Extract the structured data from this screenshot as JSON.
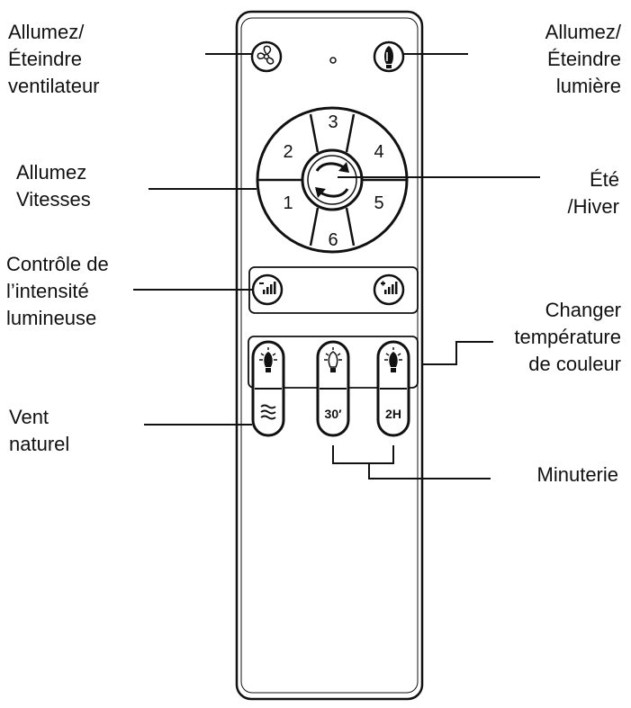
{
  "labels": {
    "fan_power": [
      "Allumez/",
      "Éteindre",
      "ventilateur"
    ],
    "light_power": [
      "Allumez/",
      "Éteindre",
      "lumière"
    ],
    "speeds": [
      "Allumez",
      "Vitesses"
    ],
    "season": [
      "Été",
      "/Hiver"
    ],
    "dimmer": [
      "Contrôle de",
      "l’intensité",
      "lumineuse"
    ],
    "color_temp": [
      "Changer",
      "température",
      "de couleur"
    ],
    "natural_wind": [
      "Vent",
      "naturel"
    ],
    "timer": [
      "Minuterie"
    ]
  },
  "remote": {
    "speed_numbers": [
      "1",
      "2",
      "3",
      "4",
      "5",
      "6"
    ],
    "timer_30": "30′",
    "timer_2h": "2H"
  }
}
